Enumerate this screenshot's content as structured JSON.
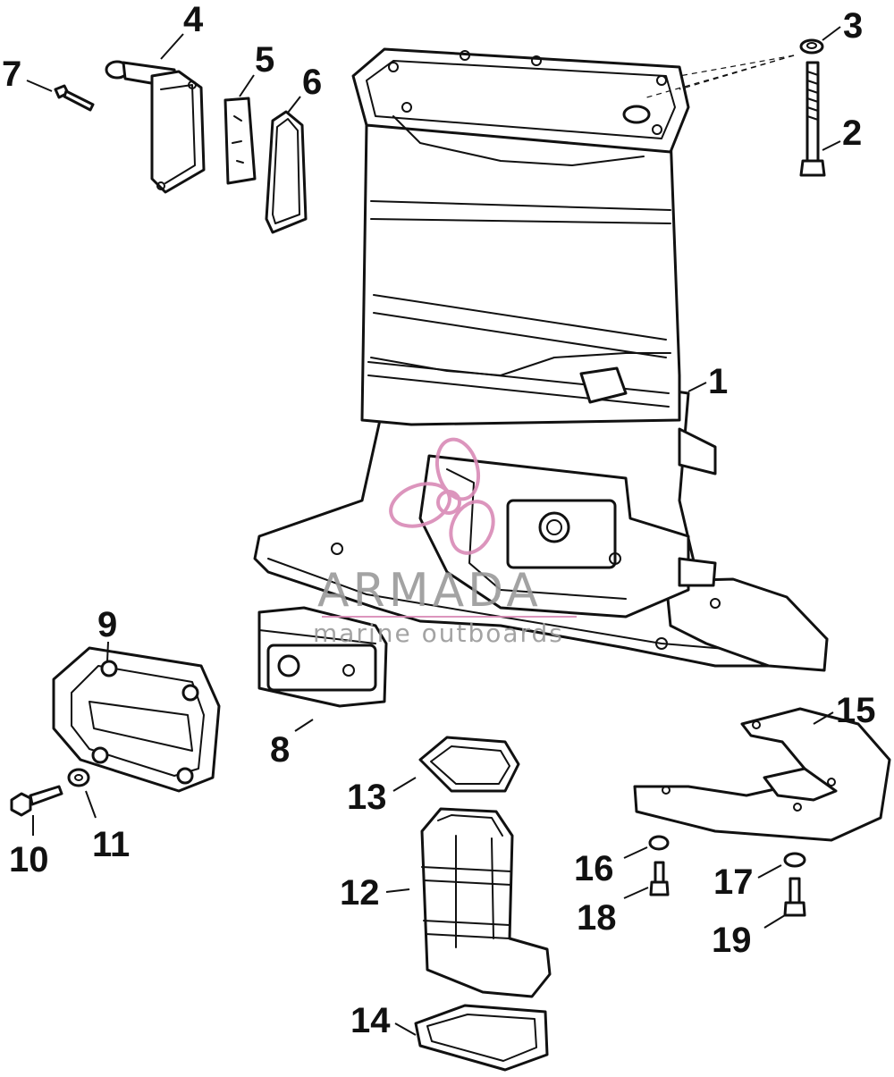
{
  "diagram": {
    "callouts": [
      "1",
      "2",
      "3",
      "4",
      "5",
      "6",
      "7",
      "8",
      "9",
      "10",
      "11",
      "12",
      "13",
      "14",
      "15",
      "16",
      "17",
      "18",
      "19"
    ]
  },
  "watermark": {
    "brand": "ARMADA",
    "tagline": "marine outboards",
    "accent_color": "#d98ab6",
    "text_color": "#9a9a9a"
  }
}
